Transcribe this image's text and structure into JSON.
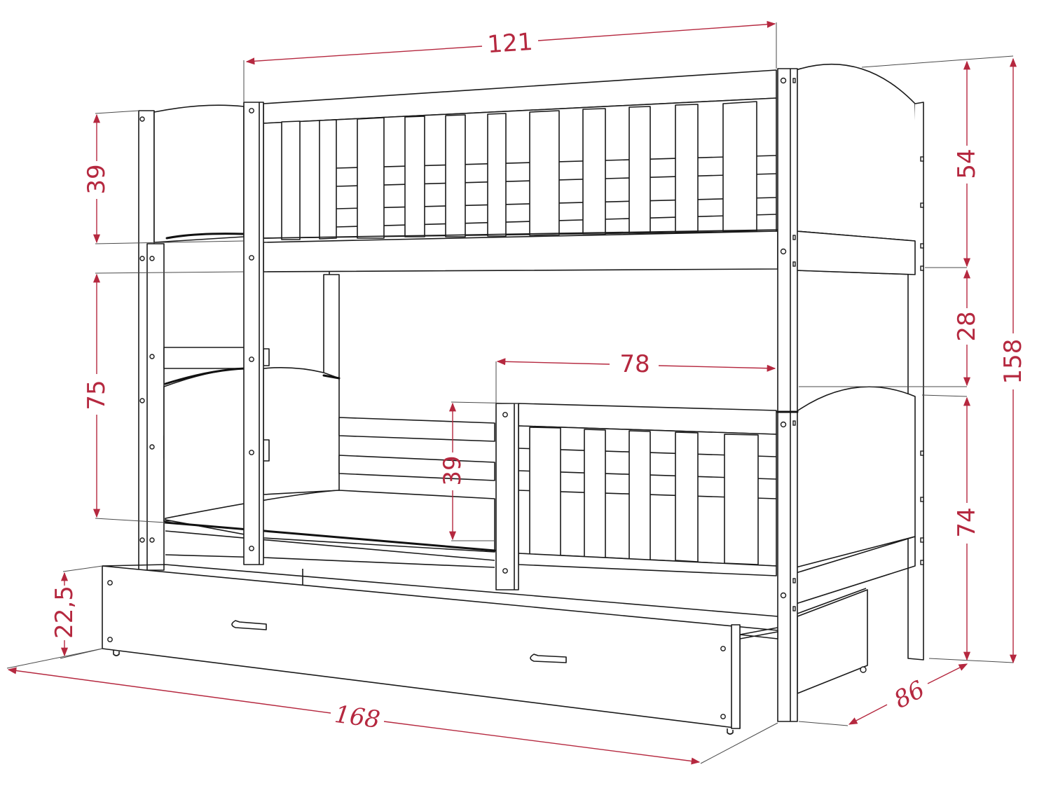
{
  "figure": {
    "subject": "Bunk bed with trundle drawer - technical dimension drawing",
    "units": "cm",
    "colors": {
      "line": "#1a1a1a",
      "dimension": "#b5283f",
      "background": "#ffffff"
    }
  },
  "dimensions": {
    "top_width": {
      "label": "121",
      "meaning": "inner width / bed length top"
    },
    "upper_rail_height": {
      "label": "39",
      "meaning": "upper guard rail height"
    },
    "lower_clearance_left": {
      "label": "75",
      "meaning": "height between beds (left)"
    },
    "drawer_height": {
      "label": "22,5",
      "meaning": "drawer height"
    },
    "total_length": {
      "label": "168",
      "meaning": "overall length"
    },
    "lower_rail_length": {
      "label": "78",
      "meaning": "lower guard rail length"
    },
    "lower_rail_height": {
      "label": "39",
      "meaning": "lower guard rail height"
    },
    "headboard_upper": {
      "label": "54",
      "meaning": "upper headboard height"
    },
    "gap_between": {
      "label": "28",
      "meaning": "gap between headboards"
    },
    "total_height": {
      "label": "158",
      "meaning": "overall height"
    },
    "lower_headboard": {
      "label": "74",
      "meaning": "lower headboard height"
    },
    "depth": {
      "label": "86",
      "meaning": "overall depth"
    }
  }
}
